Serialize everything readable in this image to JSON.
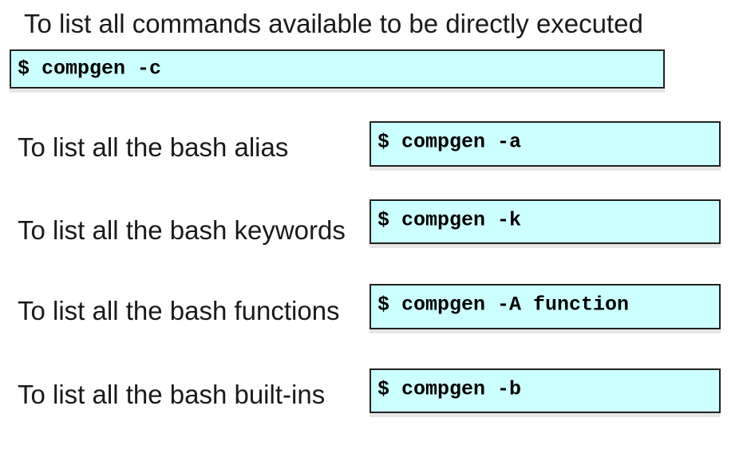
{
  "heading": "To list all commands available to be directly executed",
  "top_command": "$ compgen -c",
  "rows": [
    {
      "label": "To list all the bash alias",
      "command": "$ compgen -a"
    },
    {
      "label": "To list all the bash keywords",
      "command": "$ compgen -k"
    },
    {
      "label": "To list all the bash functions",
      "command": "$ compgen -A function"
    },
    {
      "label": "To list all the bash built-ins",
      "command": "$ compgen -b"
    }
  ],
  "colors": {
    "box_fill": "#ccffff",
    "box_border": "#222222",
    "text": "#1a1a1a"
  }
}
